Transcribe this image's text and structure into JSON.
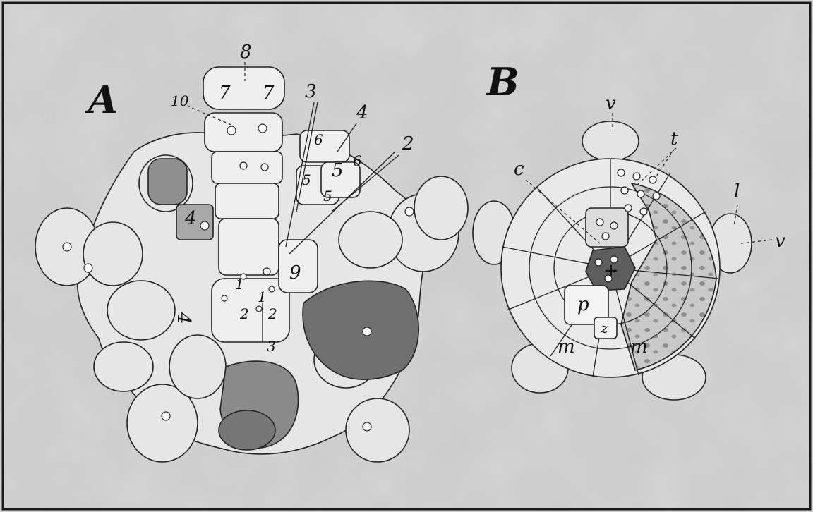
{
  "panels": [
    {
      "id": "A",
      "label": "A"
    },
    {
      "id": "B",
      "label": "B"
    }
  ],
  "labels_a": {
    "n1a": "1",
    "n1b": "1",
    "n2a": "2",
    "n2b": "2",
    "n2c": "2",
    "n3a": "3",
    "n3b": "3",
    "n4a": "4",
    "n4b": "4",
    "n4c": "4",
    "n5a": "5",
    "n5b": "5",
    "n5c": "5",
    "n6a": "6",
    "n6b": "6",
    "n7a": "7",
    "n7b": "7",
    "n8": "8",
    "n9": "9",
    "n10": "10"
  },
  "labels_b": {
    "v1": "v",
    "v2": "v",
    "t": "t",
    "c": "c",
    "l": "l",
    "p": "p",
    "z": "z",
    "m1": "m",
    "m2": "m",
    "x": "+"
  },
  "colors": {
    "paper": "#d8d8d8",
    "ink": "#1a1a1a",
    "cell_light": "#ececec",
    "cell_dark": "#6e6e6e"
  }
}
